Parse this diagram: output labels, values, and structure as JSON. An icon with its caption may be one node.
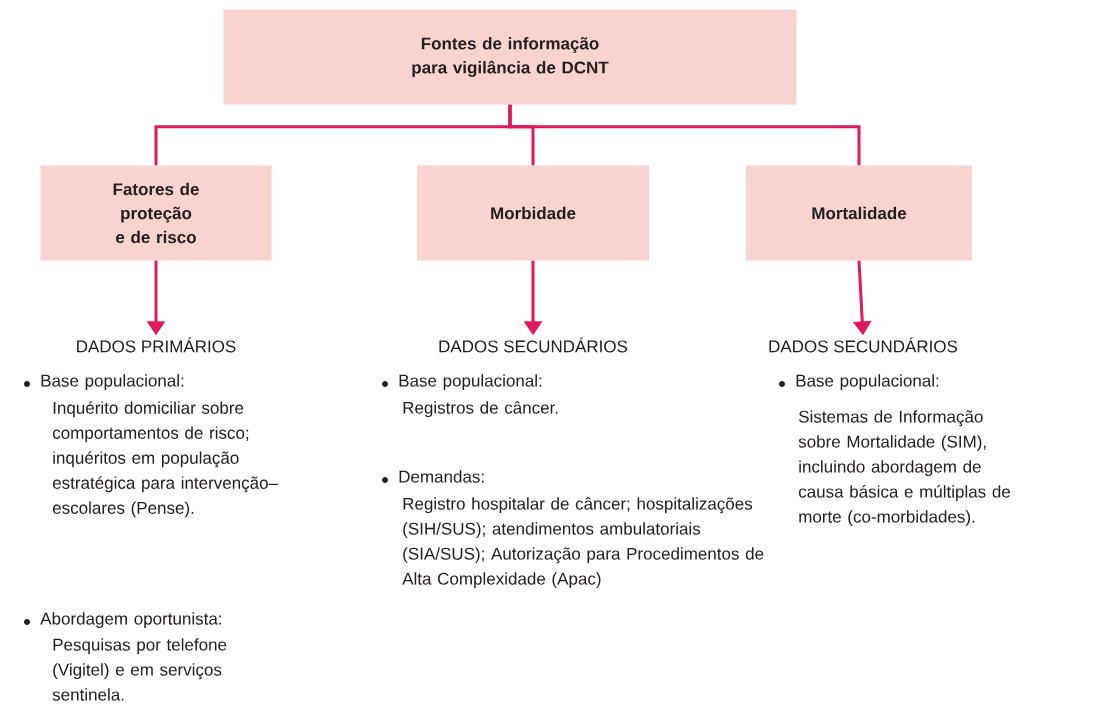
{
  "diagram": {
    "nodes": [
      {
        "text": [
          "Fontes de informação para vigilância de DCNT"
        ]
      },
      {
        "text": [
          "Fatores de proteção e de risco"
        ]
      },
      {
        "text": [
          "Morbidade"
        ]
      },
      {
        "text": [
          "Mortalidade"
        ]
      },
      {
        "text": [
          "DADOS PRIMÁRIOS"
        ]
      },
      {
        "text": [
          "DADOS SECUNDÁRIOS"
        ]
      },
      {
        "text": [
          "DADOS SECUNDÁRIOS"
        ]
      }
    ],
    "edges": [
      {
        "from": 0,
        "to": 1,
        "arrow": "none"
      },
      {
        "from": 0,
        "to": 2,
        "arrow": "none"
      },
      {
        "from": 0,
        "to": 3,
        "arrow": "none"
      },
      {
        "from": 1,
        "to": 4,
        "arrow": "to"
      },
      {
        "from": 2,
        "to": 5,
        "arrow": "to"
      },
      {
        "from": 3,
        "to": 6,
        "arrow": "to"
      }
    ],
    "labels": [
      "Base populacional:",
      "Inquérito domiciliar sobre comportamentos de risco; inquéritos em população estratégica para intervenção–escolares (Pense).",
      "Abordagem oportunista:",
      "Pesquisas por telefone (Vigitel) e em serviços sentinela.",
      "Base populacional:",
      "Registros de câncer.",
      "Demandas:",
      "Registro hospitalar de câncer; hospitalizações (SIH/SUS); atendimentos ambulatoriais (SIA/SUS); Autorização para Procedimentos de Alta Complexidade (Apac)",
      "Base populacional:",
      "Sistemas de Informação sobre Mortalidade (SIM), incluindo abordagem de causa básica e múltiplas de morte (co-morbidades)."
    ]
  }
}
